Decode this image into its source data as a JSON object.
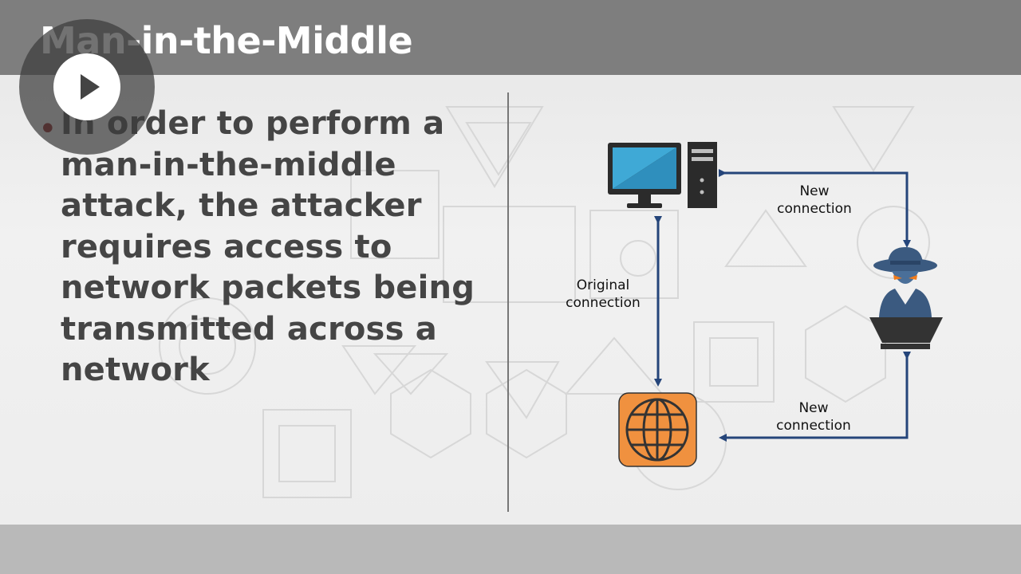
{
  "slide": {
    "title": "Man-in-the-Middle",
    "bullet_lines": [
      "In order to perform a",
      "man-in-the-middle",
      "attack, the attacker",
      "requires access to",
      "network packets being",
      "transmitted across a",
      "network"
    ]
  },
  "diagram": {
    "labels": {
      "original": [
        "Original",
        "connection"
      ],
      "new_top": [
        "New",
        "connection"
      ],
      "new_bottom": [
        "New",
        "connection"
      ]
    },
    "icons": {
      "computer": "desktop-computer-icon",
      "internet": "globe-icon",
      "attacker": "hacker-icon"
    },
    "colors": {
      "arrow": "#25457a",
      "globe_bg": "#f0913f",
      "monitor_screen": "#3fa9d6",
      "hacker": "#3b5a80",
      "hacker_eyes": "#f07a1a"
    }
  },
  "player": {
    "play_icon": "play-icon"
  }
}
